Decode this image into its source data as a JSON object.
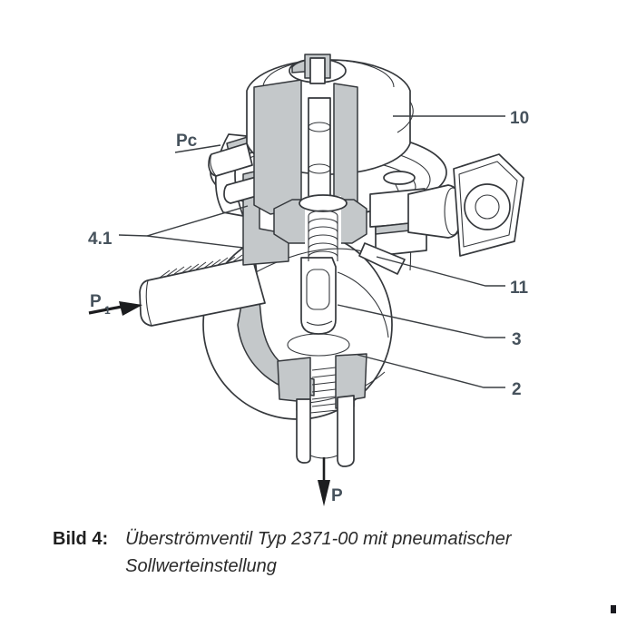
{
  "figure": {
    "type": "technical-cutaway-drawing",
    "labels": {
      "pc": "Pc",
      "p1": "P",
      "p1_sub": "1",
      "item41": "4.1",
      "item10": "10",
      "item11": "11",
      "item3": "3",
      "item2": "2",
      "p_out": "P"
    },
    "caption": {
      "prefix": "Bild 4:",
      "line1": "Überströmventil Typ 2371-00 mit pneumatischer",
      "line2": "Sollwerteinstellung"
    },
    "colors": {
      "label_text": "#46525c",
      "outline": "#35383c",
      "cut_surface": "#c4c8ca",
      "caption_text": "#1f1f1f"
    }
  }
}
